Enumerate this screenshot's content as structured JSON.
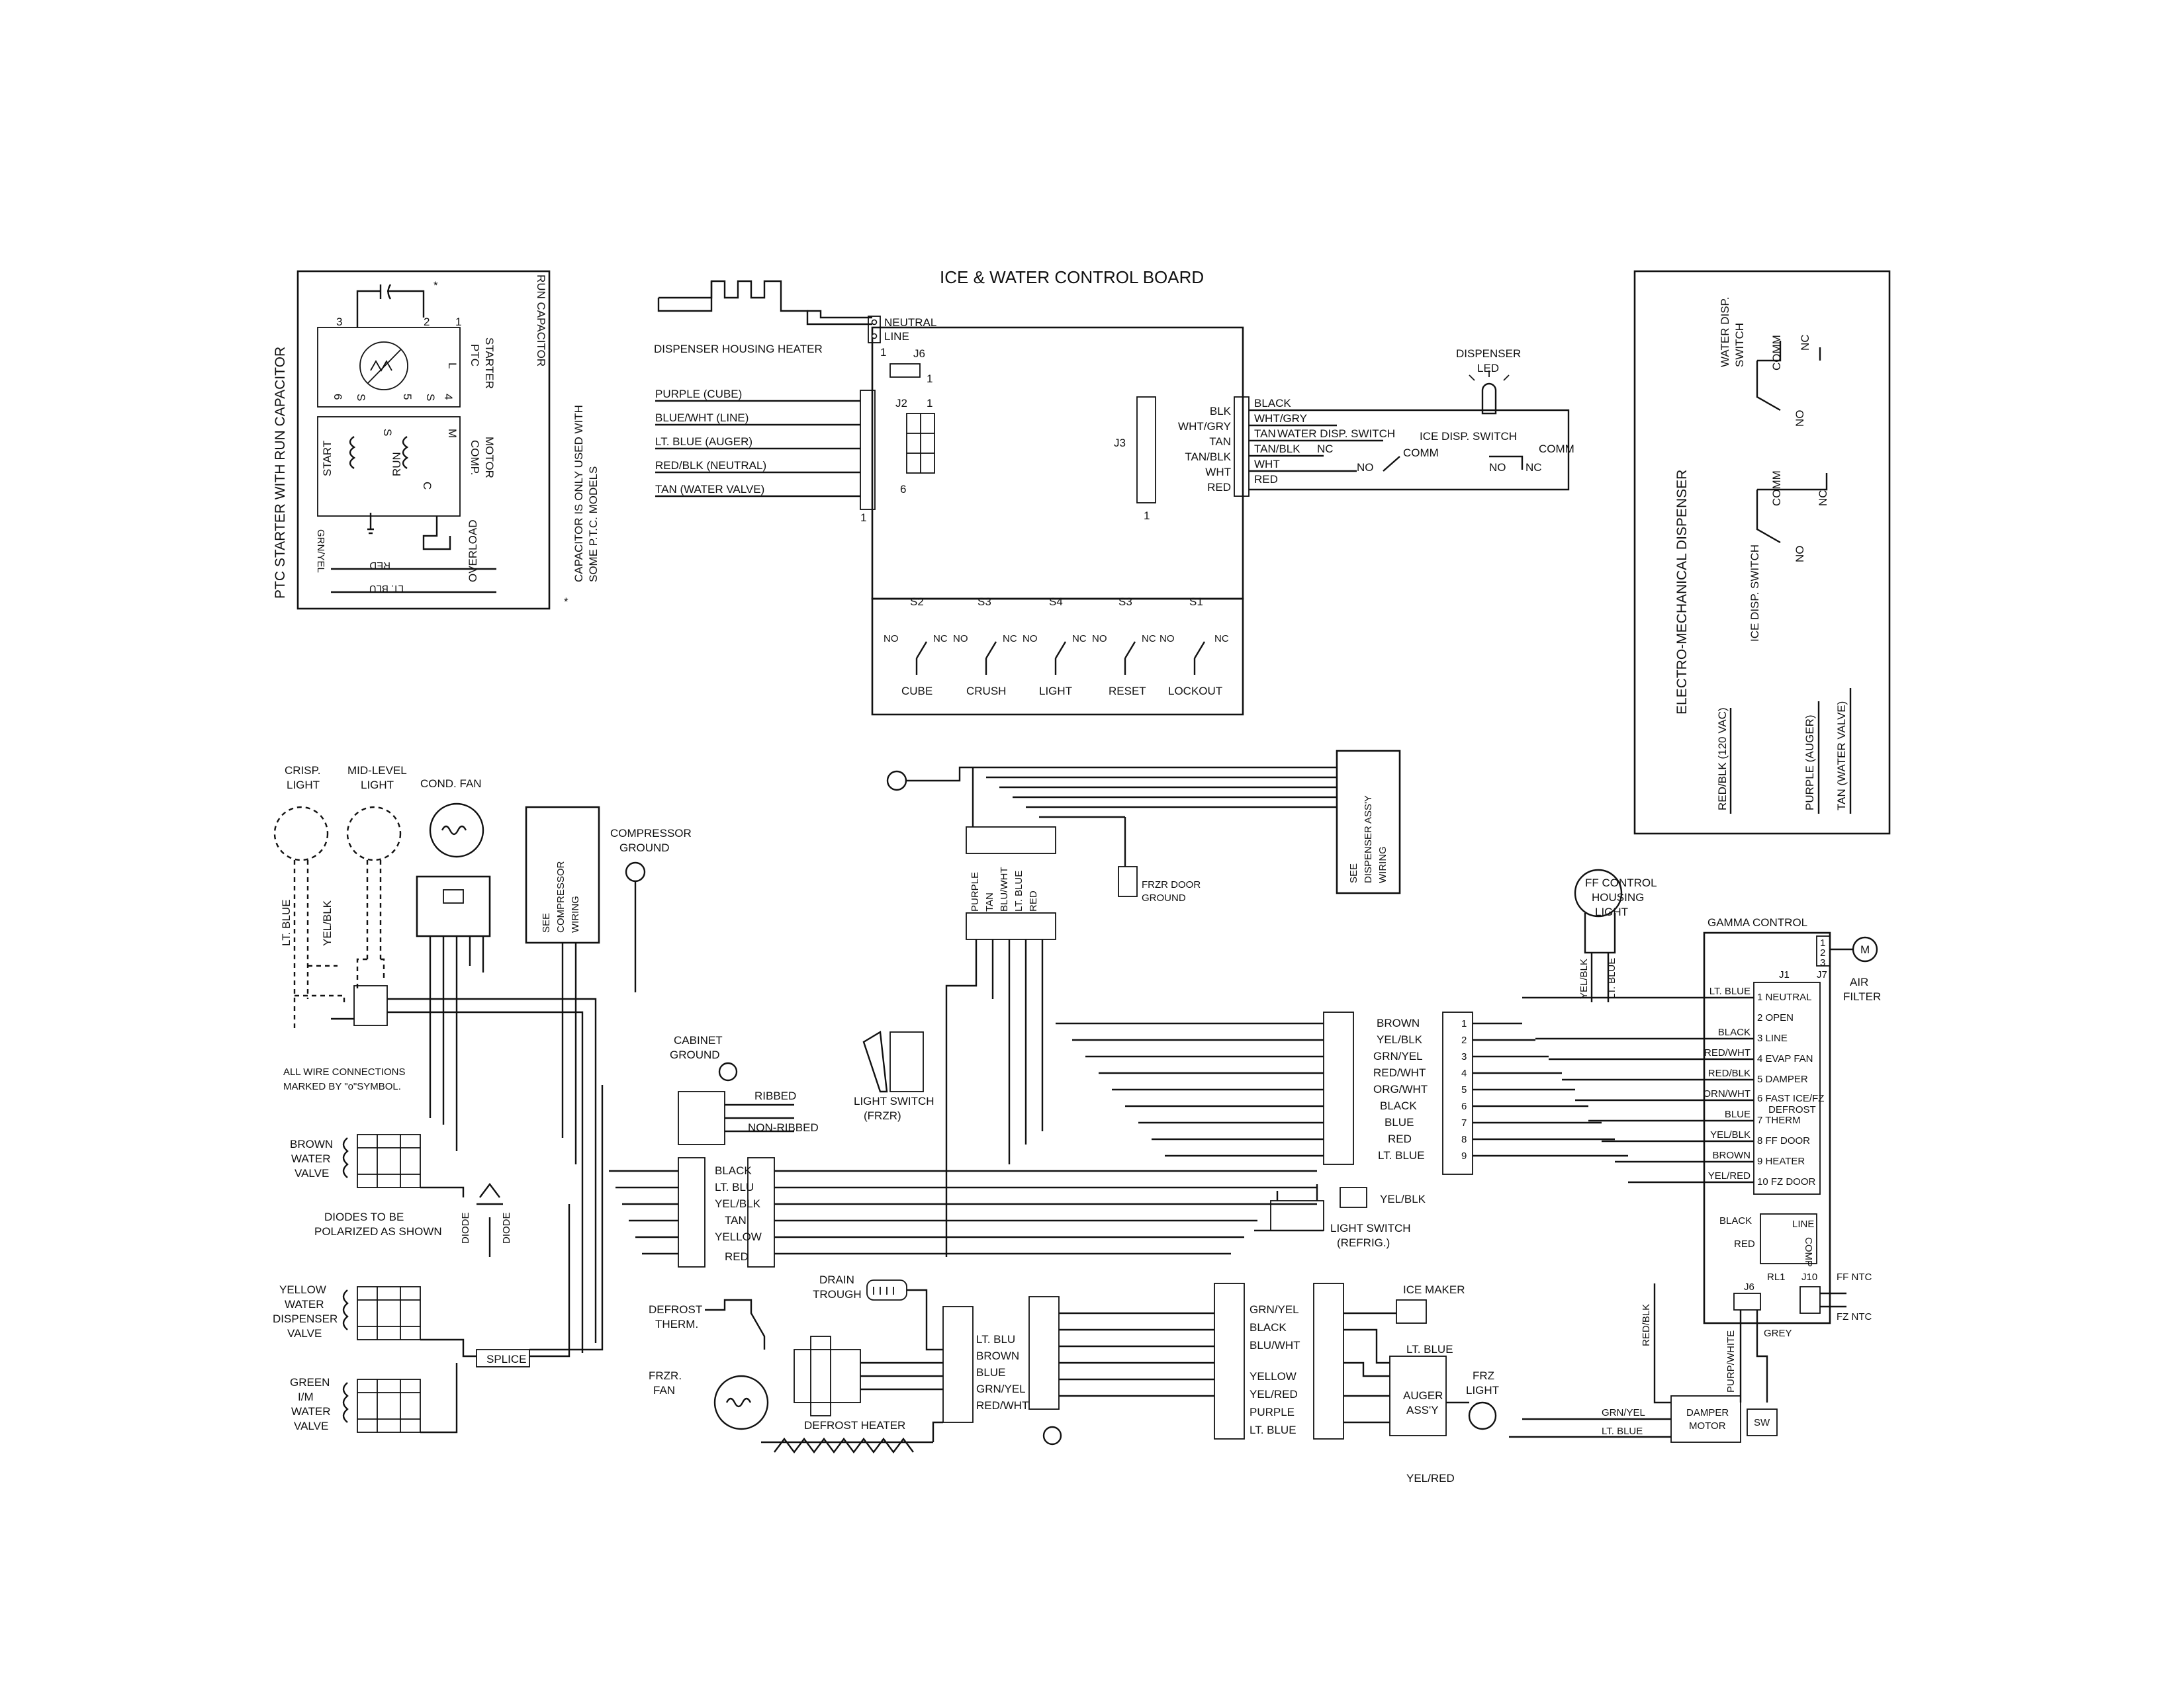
{
  "ptc": {
    "title": "PTC STARTER WITH RUN CAPACITOR",
    "run_capacitor": "RUN CAPACITOR",
    "star": "*",
    "note_star": "*",
    "note1": "CAPACITOR IS ONLY USED WITH",
    "note2": "SOME P.T.C. MODELS",
    "ptc_starter": "PTC",
    "ptc_starter2": "STARTER",
    "comp_motor": "COMP.",
    "comp_motor2": "MOTOR",
    "start": "START",
    "run": "RUN",
    "s": "S",
    "m": "M",
    "c": "C",
    "l": "L",
    "n3": "3",
    "n2": "2",
    "n1": "1",
    "n6": "6",
    "n5": "5",
    "n4": "4",
    "grn_yel": "GRN/YEL",
    "red": "RED",
    "lt_blu": "LT. BLU",
    "overload": "OVERLOAD"
  },
  "iwcb": {
    "title": "ICE & WATER CONTROL BOARD",
    "neutral": "NEUTRAL",
    "line": "LINE",
    "dispenser_housing_heater": "DISPENSER HOUSING HEATER",
    "j6": "J6",
    "j2": "J2",
    "j3": "J3",
    "one": "1",
    "six": "6",
    "left_wires": [
      "PURPLE (CUBE)",
      "BLUE/WHT (LINE)",
      "LT. BLUE (AUGER)",
      "RED/BLK (NEUTRAL)",
      "TAN (WATER VALVE)"
    ],
    "j3_inner": [
      "BLK",
      "WHT/GRY",
      "TAN",
      "TAN/BLK",
      "WHT",
      "RED"
    ],
    "j3_outer": [
      "BLACK",
      "WHT/GRY",
      "TAN",
      "TAN/BLK",
      "WHT",
      "RED"
    ],
    "water_disp_switch": "WATER DISP. SWITCH",
    "ice_disp_switch": "ICE DISP. SWITCH",
    "dispenser_led": "DISPENSER",
    "dispenser_led2": "LED",
    "nc": "NC",
    "no": "NO",
    "comm": "COMM",
    "switch_ids": [
      "S2",
      "S3",
      "S4",
      "S3",
      "S1"
    ],
    "switch_names": [
      "CUBE",
      "CRUSH",
      "LIGHT",
      "RESET",
      "LOCKOUT"
    ]
  },
  "emd": {
    "title": "ELECTRO-MECHANICAL DISPENSER",
    "water_disp_switch": "WATER DISP.",
    "water_disp_switch2": "SWITCH",
    "ice_disp_switch": "ICE DISP. SWITCH",
    "comm": "COMM",
    "nc": "NC",
    "no": "NO",
    "red_blk": "RED/BLK (120 VAC)",
    "purple_auger": "PURPLE (AUGER)",
    "tan_water": "TAN (WATER VALVE)"
  },
  "main": {
    "crisp_light": "CRISP.",
    "crisp_light2": "LIGHT",
    "mid_level_light": "MID-LEVEL",
    "mid_level_light2": "LIGHT",
    "cond_fan": "COND. FAN",
    "see_compressor_wiring": [
      "SEE",
      "COMPRESSOR",
      "WIRING"
    ],
    "compressor_ground": "COMPRESSOR",
    "compressor_ground2": "GROUND",
    "lt_blue": "LT. BLUE",
    "yel_blk": "YEL/BLK",
    "cabinet_ground": "CABINET",
    "cabinet_ground2": "GROUND",
    "all_wire_connections": "ALL WIRE CONNECTIONS",
    "marked_by": "MARKED BY \"o\"SYMBOL.",
    "brown_water_valve": [
      "BROWN",
      "WATER",
      "VALVE"
    ],
    "diodes": "DIODES TO BE",
    "diodes2": "POLARIZED AS SHOWN",
    "diode": "DIODE",
    "yellow_valve": [
      "YELLOW",
      "WATER",
      "DISPENSER",
      "VALVE"
    ],
    "green_valve": [
      "GREEN",
      "I/M",
      "WATER",
      "VALVE"
    ],
    "splice": "SPLICE",
    "ribbed": "RIBBED",
    "non_ribbed": "NON-RIBBED",
    "bus_wires": [
      "BLACK",
      "LT. BLU",
      "YEL/BLK",
      "TAN",
      "YELLOW",
      "RED"
    ],
    "drain_trough": "DRAIN",
    "drain_trough2": "TROUGH",
    "defrost_therm": "DEFROST",
    "defrost_therm2": "THERM.",
    "frzr_fan": "FRZR.",
    "frzr_fan2": "FAN",
    "defrost_heater": "DEFROST HEATER",
    "fan_wires": [
      "LT. BLU",
      "BROWN",
      "BLUE",
      "GRN/YEL",
      "RED/WHT"
    ],
    "light_switch_frzr": "LIGHT SWITCH",
    "light_switch_frzr2": "(FRZR)",
    "see_dispenser": [
      "SEE",
      "DISPENSER ASS'Y",
      "WIRING"
    ],
    "frzr_door_ground": "FRZR DOOR",
    "frzr_door_ground2": "GROUND",
    "harness_colors": [
      "PURPLE",
      "TAN",
      "BLU/WHT",
      "LT. BLUE",
      "RED"
    ],
    "center_wires": [
      "BROWN",
      "YEL/BLK",
      "GRN/YEL",
      "RED/WHT",
      "ORG/WHT",
      "BLACK",
      "BLUE",
      "RED",
      "LT. BLUE"
    ],
    "pin_numbers": [
      "1",
      "2",
      "3",
      "4",
      "5",
      "6",
      "7",
      "8",
      "9"
    ],
    "yel_blk_lone": "YEL/BLK",
    "light_switch_refrig": "LIGHT SWITCH",
    "light_switch_refrig2": "(REFRIG.)",
    "lower_wires": [
      "GRN/YEL",
      "BLACK",
      "BLU/WHT",
      "YELLOW",
      "YEL/RED",
      "PURPLE",
      "LT. BLUE"
    ],
    "ice_maker": "ICE MAKER",
    "lt_blue_im": "LT. BLUE",
    "auger_assy": "AUGER",
    "auger_assy2": "ASS'Y",
    "frz_light": "FRZ",
    "frz_light2": "LIGHT",
    "yel_red": "YEL/RED",
    "ff_control": "FF CONTROL",
    "ff_control2": "HOUSING",
    "ff_control3": "LIGHT",
    "yel_blk_v": "YEL/BLK",
    "lt_blue_v": "LT. BLUE"
  },
  "gamma": {
    "title": "GAMMA CONTROL",
    "j1": "J1",
    "j7": "J7",
    "j7_pins": [
      "1",
      "2",
      "3"
    ],
    "j6": "J6",
    "j10": "J10",
    "air_filter": "AIR",
    "air_filter2": "FILTER",
    "m": "M",
    "wire_colors": [
      "LT. BLUE",
      "",
      "BLACK",
      "RED/WHT",
      "RED/BLK",
      "ORN/WHT",
      "BLUE",
      "YEL/BLK",
      "BROWN",
      "YEL/RED"
    ],
    "pins": [
      "1 NEUTRAL",
      "2 OPEN",
      "3 LINE",
      "4 EVAP FAN",
      "5 DAMPER",
      "6 FAST ICE/FZ",
      "7 THERM",
      "8 FF DOOR",
      "9 HEATER",
      "10 FZ DOOR"
    ],
    "pin7_top": "DEFROST",
    "relay_black": "BLACK",
    "relay_red": "RED",
    "line": "LINE",
    "comp": "COMP",
    "rl1": "RL1",
    "ff_ntc": "FF NTC",
    "fz_ntc": "FZ NTC",
    "grey": "GREY",
    "red_blk": "RED/BLK",
    "purp_white": "PURP/WHITE",
    "grn_yel": "GRN/YEL",
    "lt_blue": "LT. BLUE",
    "damper_motor": "DAMPER",
    "damper_motor2": "MOTOR",
    "sw": "SW"
  }
}
